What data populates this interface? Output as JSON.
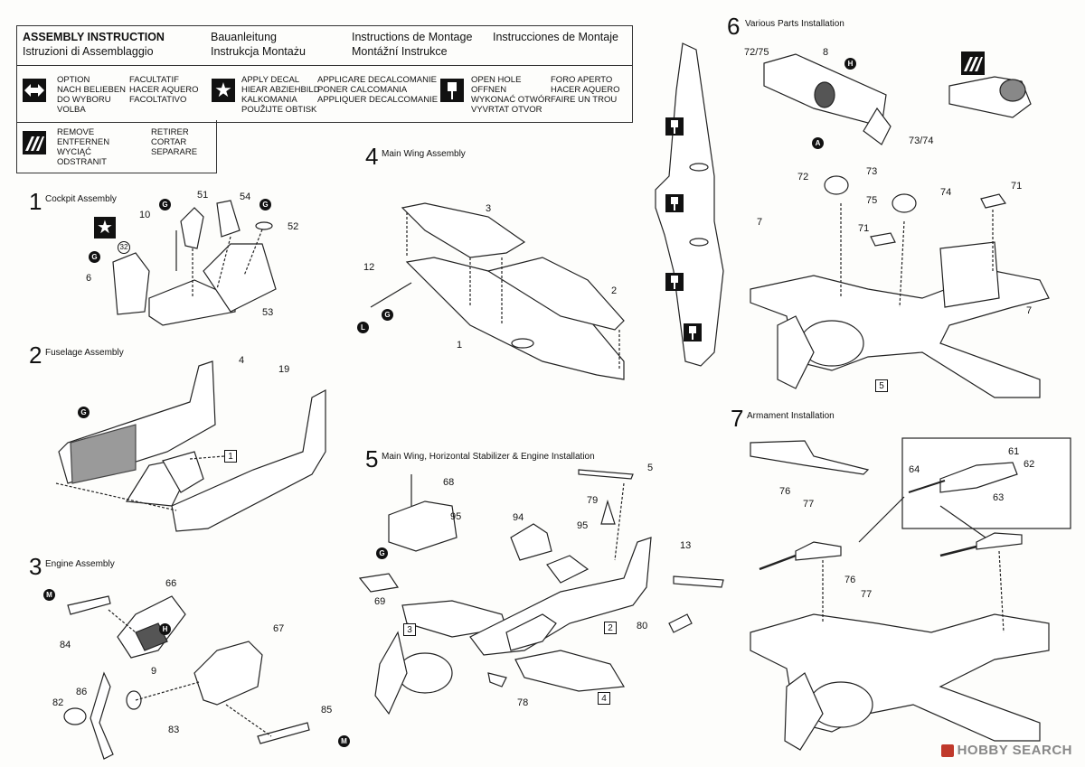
{
  "header": {
    "col1_line1": "ASSEMBLY INSTRUCTION",
    "col1_line2": "Istruzioni di Assemblaggio",
    "col2_line1": "Bauanleitung",
    "col2_line2": "Instrukcja Montażu",
    "col3_line1": "Instructions de Montage",
    "col3_line2": "Montážní Instrukce",
    "col4_line1": "Instrucciones de Montaje"
  },
  "legend": {
    "option_a": "OPTION\nNACH BELIEBEN\nDO WYBORU\nVOLBA",
    "option_b": "FACULTATIF\nHACER AQUERO\nFACOLTATIVO",
    "decal_a": "APPLY DECAL\nHIEAR ABZIEHBILD\nKALKOMANIA\nPOUŽIJTE OBTISK",
    "decal_b": "APPLICARE DECALCOMANIE\nPONER CALCOMANIA\nAPPLIQUER DECALCOMANIE",
    "hole_a": "OPEN HOLE\nOFFNEN\nWYKONAĆ OTWÓR\nVYVRTAT OTVOR",
    "hole_b": "FORO APERTO\nHACER AQUERO\nFAIRE UN TROU",
    "remove_a": "REMOVE\nENTFERNEN\nWYCIĄĆ\nODSTRANIT",
    "remove_b": "RETIRER\nCORTAR\nSEPARARE"
  },
  "steps": [
    {
      "num": "1",
      "title": "Cockpit Assembly"
    },
    {
      "num": "2",
      "title": "Fuselage Assembly"
    },
    {
      "num": "3",
      "title": "Engine Assembly"
    },
    {
      "num": "4",
      "title": "Main Wing Assembly"
    },
    {
      "num": "5",
      "title": "Main Wing, Horizontal Stabilizer & Engine Installation"
    },
    {
      "num": "6",
      "title": "Various Parts Installation"
    },
    {
      "num": "7",
      "title": "Armament Installation"
    }
  ],
  "parts": {
    "p51": "51",
    "p54": "54",
    "p10": "10",
    "p52": "52",
    "p32": "32",
    "p6": "6",
    "p53": "53",
    "p4": "4",
    "p19": "19",
    "p1box": "1",
    "p66": "66",
    "p67": "67",
    "p84": "84",
    "p9": "9",
    "p86": "86",
    "p82": "82",
    "p83": "83",
    "p85": "85",
    "p3": "3",
    "p2": "2",
    "p12": "12",
    "p1": "1",
    "p68": "68",
    "p95a": "95",
    "p94": "94",
    "p95b": "95",
    "p5": "5",
    "p79": "79",
    "p13": "13",
    "p69": "69",
    "p80": "80",
    "p78": "78",
    "p3box": "3",
    "p2box": "2",
    "p4box": "4",
    "p72_75": "72/75",
    "p8": "8",
    "p73_74": "73/74",
    "p72": "72",
    "p73": "73",
    "p75": "75",
    "p74": "74",
    "p71a": "71",
    "p71b": "71",
    "p7a": "7",
    "p7b": "7",
    "p5box": "5",
    "p61": "61",
    "p62": "62",
    "p64": "64",
    "p63": "63",
    "p76a": "76",
    "p77a": "77",
    "p76b": "76",
    "p77b": "77"
  },
  "markers": {
    "G": "G",
    "H": "H",
    "M": "M",
    "L": "L",
    "A": "A"
  },
  "icons": {
    "option": "double-arrow-icon",
    "decal": "star-icon",
    "hole": "drill-icon",
    "remove": "cutter-icon"
  },
  "watermark": "HOBBY SEARCH"
}
